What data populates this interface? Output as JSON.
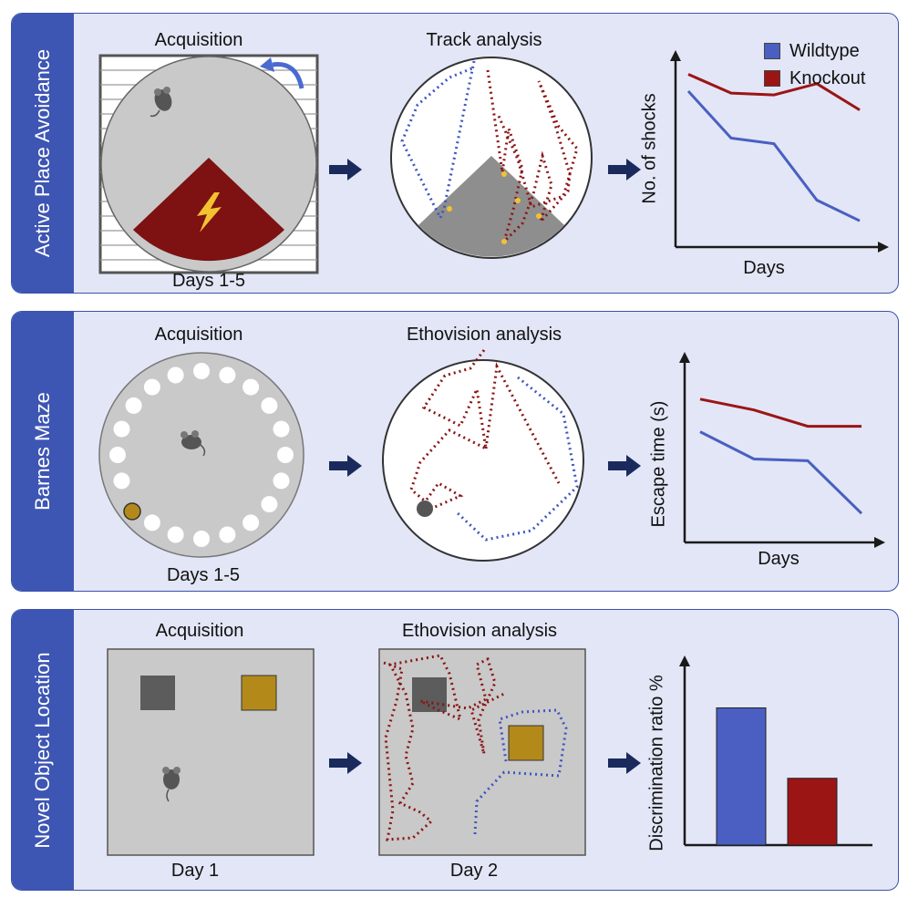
{
  "colors": {
    "wildtype": "#4a5fc1",
    "knockout": "#9b1515",
    "panel_bg": "#e2e6f6",
    "side_bar": "#3d55b3",
    "object_gold": "#b38a1a"
  },
  "legend": {
    "wildtype": "Wildtype",
    "knockout": "Knockout"
  },
  "panels": [
    {
      "side_label": "Active Place Avoidance",
      "left_title": "Acquisition",
      "left_caption": "Days 1-5",
      "mid_title": "Track analysis",
      "y_label": "No. of shocks",
      "x_label": "Days",
      "icons": [
        "mouse-icon",
        "rotation-arrow-icon",
        "lightning-bolt-icon",
        "arrow-right-icon"
      ]
    },
    {
      "side_label": "Barnes Maze",
      "left_title": "Acquisition",
      "left_caption": "Days 1-5",
      "mid_title": "Ethovision analysis",
      "y_label": "Escape time (s)",
      "x_label": "Days",
      "icons": [
        "mouse-icon",
        "escape-hole-icon",
        "arrow-right-icon"
      ]
    },
    {
      "side_label": "Novel Object Location",
      "left_title": "Acquisition",
      "left_caption": "Day 1",
      "mid_title": "Ethovision analysis",
      "mid_caption": "Day 2",
      "y_label": "Discrimination ratio %",
      "icons": [
        "mouse-icon",
        "object-square-icon",
        "arrow-right-icon"
      ]
    }
  ],
  "chart_data": [
    {
      "type": "line",
      "ylabel": "No. of shocks",
      "xlabel": "Days",
      "x": [
        1,
        2,
        3,
        4,
        5
      ],
      "series": [
        {
          "name": "Wildtype",
          "values": [
            0.83,
            0.58,
            0.55,
            0.25,
            0.14
          ]
        },
        {
          "name": "Knockout",
          "values": [
            0.92,
            0.82,
            0.81,
            0.87,
            0.73
          ]
        }
      ],
      "ylim": [
        0,
        1
      ],
      "legend": "top-right"
    },
    {
      "type": "line",
      "ylabel": "Escape time (s)",
      "xlabel": "Days",
      "x": [
        1,
        2,
        3,
        4,
        5
      ],
      "series": [
        {
          "name": "Wildtype",
          "values": [
            0.61,
            0.46,
            0.45,
            0.16
          ]
        },
        {
          "name": "Knockout",
          "values": [
            0.79,
            0.73,
            0.64,
            0.64
          ]
        }
      ],
      "ylim": [
        0,
        1
      ]
    },
    {
      "type": "bar",
      "ylabel": "Discrimination ratio %",
      "categories": [
        "Wildtype",
        "Knockout"
      ],
      "values": [
        0.76,
        0.37
      ],
      "ylim": [
        0,
        1
      ]
    }
  ]
}
